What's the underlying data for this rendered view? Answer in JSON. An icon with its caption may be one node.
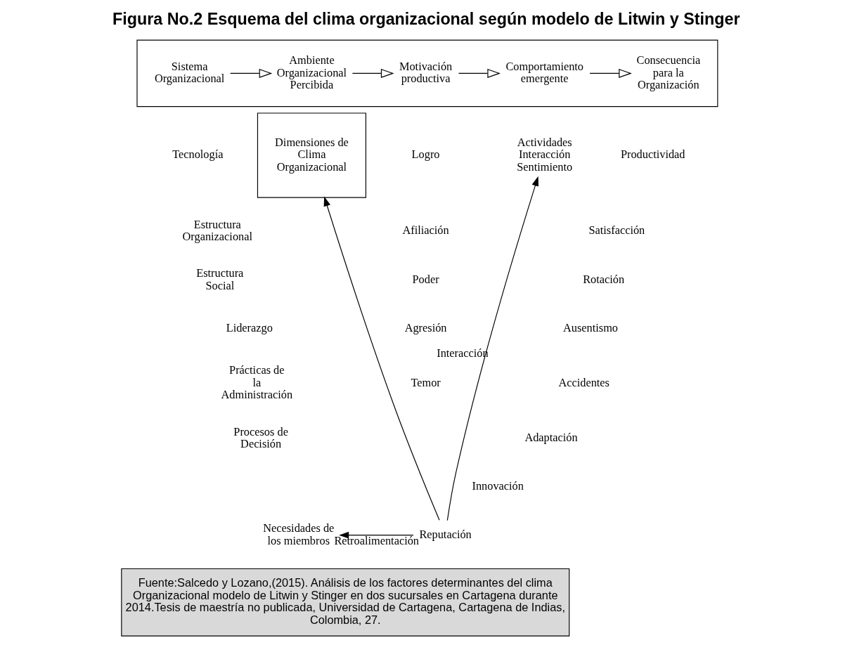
{
  "diagram": {
    "title": "Figura No.2 Esquema del clima organizacional según modelo de Litwin y Stinger",
    "caption": "Fuente:Salcedo y Lozano,(2015). Análisis de los factores determinantes del clima Organizacional modelo de Litwin y Stinger en dos sucursales en Cartagena durante 2014.Tesis de maestría no publicada, Universidad de Cartagena, Cartagena de Indias, Colombia, 27.",
    "nodes": [
      {
        "text": [],
        "shape": "box"
      },
      {
        "text": [
          "Sistema Organizacional"
        ],
        "in": 0
      },
      {
        "text": [
          "Ambiente Organizacional Percibida"
        ],
        "in": 0
      },
      {
        "text": [
          "Motivación productiva"
        ],
        "in": 0
      },
      {
        "text": [
          "Comportamiento emergente"
        ],
        "in": 0
      },
      {
        "text": [
          "Consecuencia para la Organización"
        ],
        "in": 0
      },
      {
        "text": [
          "Necesidades de los miembros"
        ]
      },
      {
        "text": [
          "Dimensiones de Clima Organizacional"
        ]
      },
      {
        "text": [
          "Actividades",
          "Interacción",
          "Sentimiento"
        ]
      },
      {
        "text": [
          "Reputación"
        ]
      }
    ],
    "edges": [
      {
        "from": 1,
        "to": 2,
        "arrow": "to"
      },
      {
        "from": 2,
        "to": 3,
        "arrow": "to"
      },
      {
        "from": 3,
        "to": 4,
        "arrow": "to"
      },
      {
        "from": 4,
        "to": 5,
        "arrow": "to"
      },
      {
        "from": 9,
        "to": 6,
        "arrow": "to",
        "label": "Retroalimentación"
      },
      {
        "from": 9,
        "to": 7,
        "arrow": "to"
      },
      {
        "from": 9,
        "to": 8,
        "arrow": "to",
        "label": "Interacción"
      }
    ],
    "labels": [
      "Tecnología",
      "Estructura Organizacional",
      "Estructura Social",
      "Liderazgo",
      "Prácticas de la Administración",
      "Procesos de Decisión",
      "Logro",
      "Afiliación",
      "Poder",
      "Agresión",
      "Temor",
      "Productividad",
      "Satisfacción",
      "Rotación",
      "Ausentismo",
      "Accidentes",
      "Adaptación",
      "Innovación"
    ]
  }
}
